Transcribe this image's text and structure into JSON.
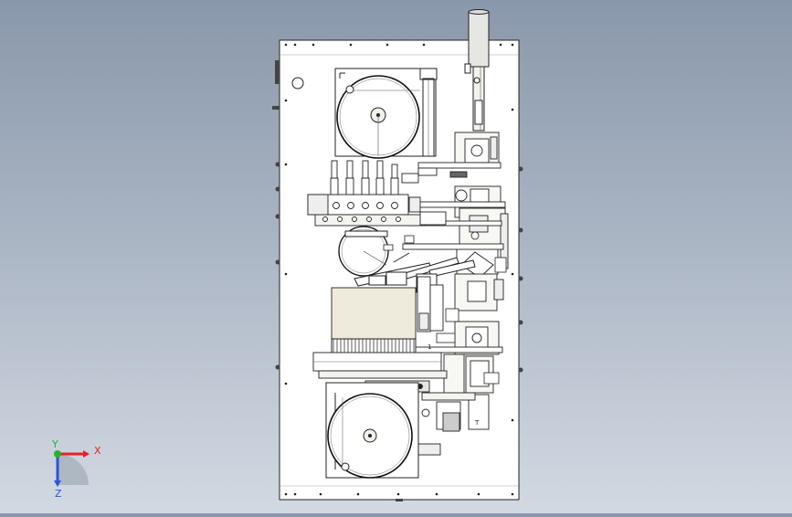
{
  "triad": {
    "x_label": "X",
    "y_label": "Y",
    "z_label": "Z",
    "colors": {
      "x": "#e8202a",
      "y": "#1fb52f",
      "z": "#2a55d9"
    }
  },
  "colors": {
    "background_top": "#8a98ab",
    "background_bottom": "#d3d9e2",
    "plate": "#ffffff",
    "line": "#1a1a1a",
    "part_fill": "#f2f2ee",
    "tray_fill": "#eeeadc"
  },
  "machine": {
    "tray_marker": "1",
    "slide_marker": "T"
  }
}
